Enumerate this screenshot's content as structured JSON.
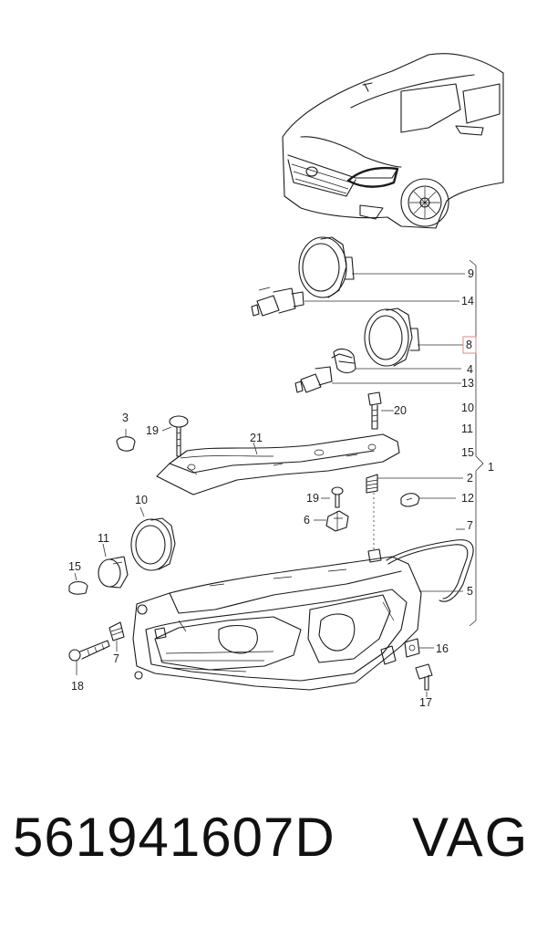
{
  "footer": {
    "part_number": "561941607D",
    "brand": "VAG"
  },
  "callouts": {
    "c1": "1",
    "c2": "2",
    "c3": "3",
    "c4": "4",
    "c5": "5",
    "c6": "6",
    "c7a": "7",
    "c7b": "7",
    "c8": "8",
    "c9": "9",
    "c10a": "10",
    "c10b": "10",
    "c11a": "11",
    "c11b": "11",
    "c12": "12",
    "c13": "13",
    "c14": "14",
    "c15a": "15",
    "c15b": "15",
    "c16": "16",
    "c17": "17",
    "c18": "18",
    "c19a": "19",
    "c19b": "19",
    "c20": "20",
    "c21": "21"
  },
  "colors": {
    "highlight": "#e08a8a",
    "line": "#1a1a1a"
  }
}
